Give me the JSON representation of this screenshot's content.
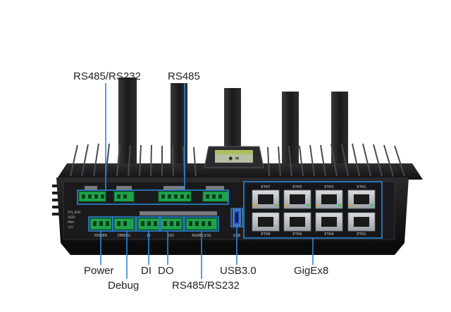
{
  "callouts": {
    "rs485_rs232_top": "RS485/RS232",
    "rs485_top": "RS485",
    "power": "Power",
    "debug": "Debug",
    "di": "DI",
    "do": "DO",
    "rs485_rs232_bottom": "RS485/RS232",
    "usb3": "USB3.0",
    "gigex8": "GigEx8"
  },
  "panel_labels": {
    "power": "POWER",
    "debug": "DEBUG",
    "di": "DI",
    "do": "DO",
    "rs485_232": "RS485/232",
    "usb": "USB",
    "eth7": "ETH7",
    "eth5": "ETH5",
    "eth3": "ETH3",
    "eth1": "ETH1",
    "eth8": "ETH8",
    "eth6": "ETH6",
    "eth4": "ETH4",
    "eth2": "ETH2",
    "status_leds": [
      "SYS_RUN",
      "USER",
      "PWR",
      "12V"
    ]
  },
  "colors": {
    "callout_line": "#2a86d6",
    "terminal_green": "#1fa34a",
    "chassis": "#1b1b1d"
  }
}
